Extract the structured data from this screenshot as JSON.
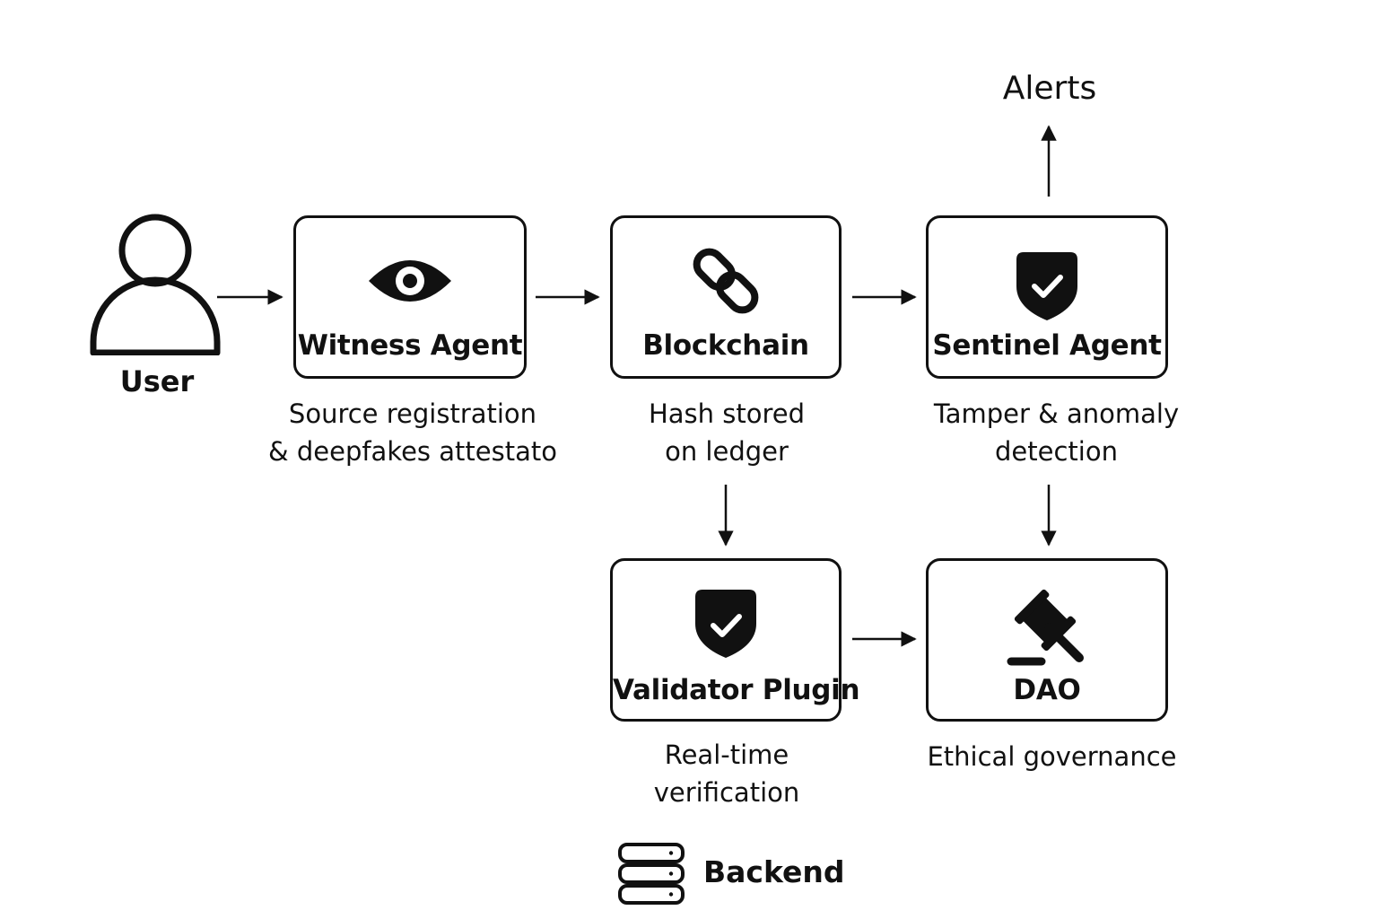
{
  "user": {
    "label": "User",
    "icon": "user-icon"
  },
  "alerts": {
    "label": "Alerts"
  },
  "nodes": {
    "witness": {
      "label": "Witness Agent",
      "icon": "eye-icon",
      "caption": [
        "Source registration",
        "& deepfakes attestato"
      ]
    },
    "blockchain": {
      "label": "Blockchain",
      "icon": "link-icon",
      "caption": [
        "Hash stored",
        "on ledger"
      ]
    },
    "sentinel": {
      "label": "Sentinel Agent",
      "icon": "shield-check-icon",
      "caption": [
        "Tamper & anomaly",
        "detection"
      ]
    },
    "validator": {
      "label": "Validator Plugin",
      "icon": "shield-check-icon",
      "caption": [
        "Real-time",
        "verification"
      ]
    },
    "dao": {
      "label": "DAO",
      "icon": "gavel-icon",
      "caption": [
        "Ethical governance"
      ]
    }
  },
  "backend": {
    "label": "Backend",
    "icon": "server-stack-icon"
  },
  "colors": {
    "stroke": "#111111",
    "background": "#ffffff"
  }
}
